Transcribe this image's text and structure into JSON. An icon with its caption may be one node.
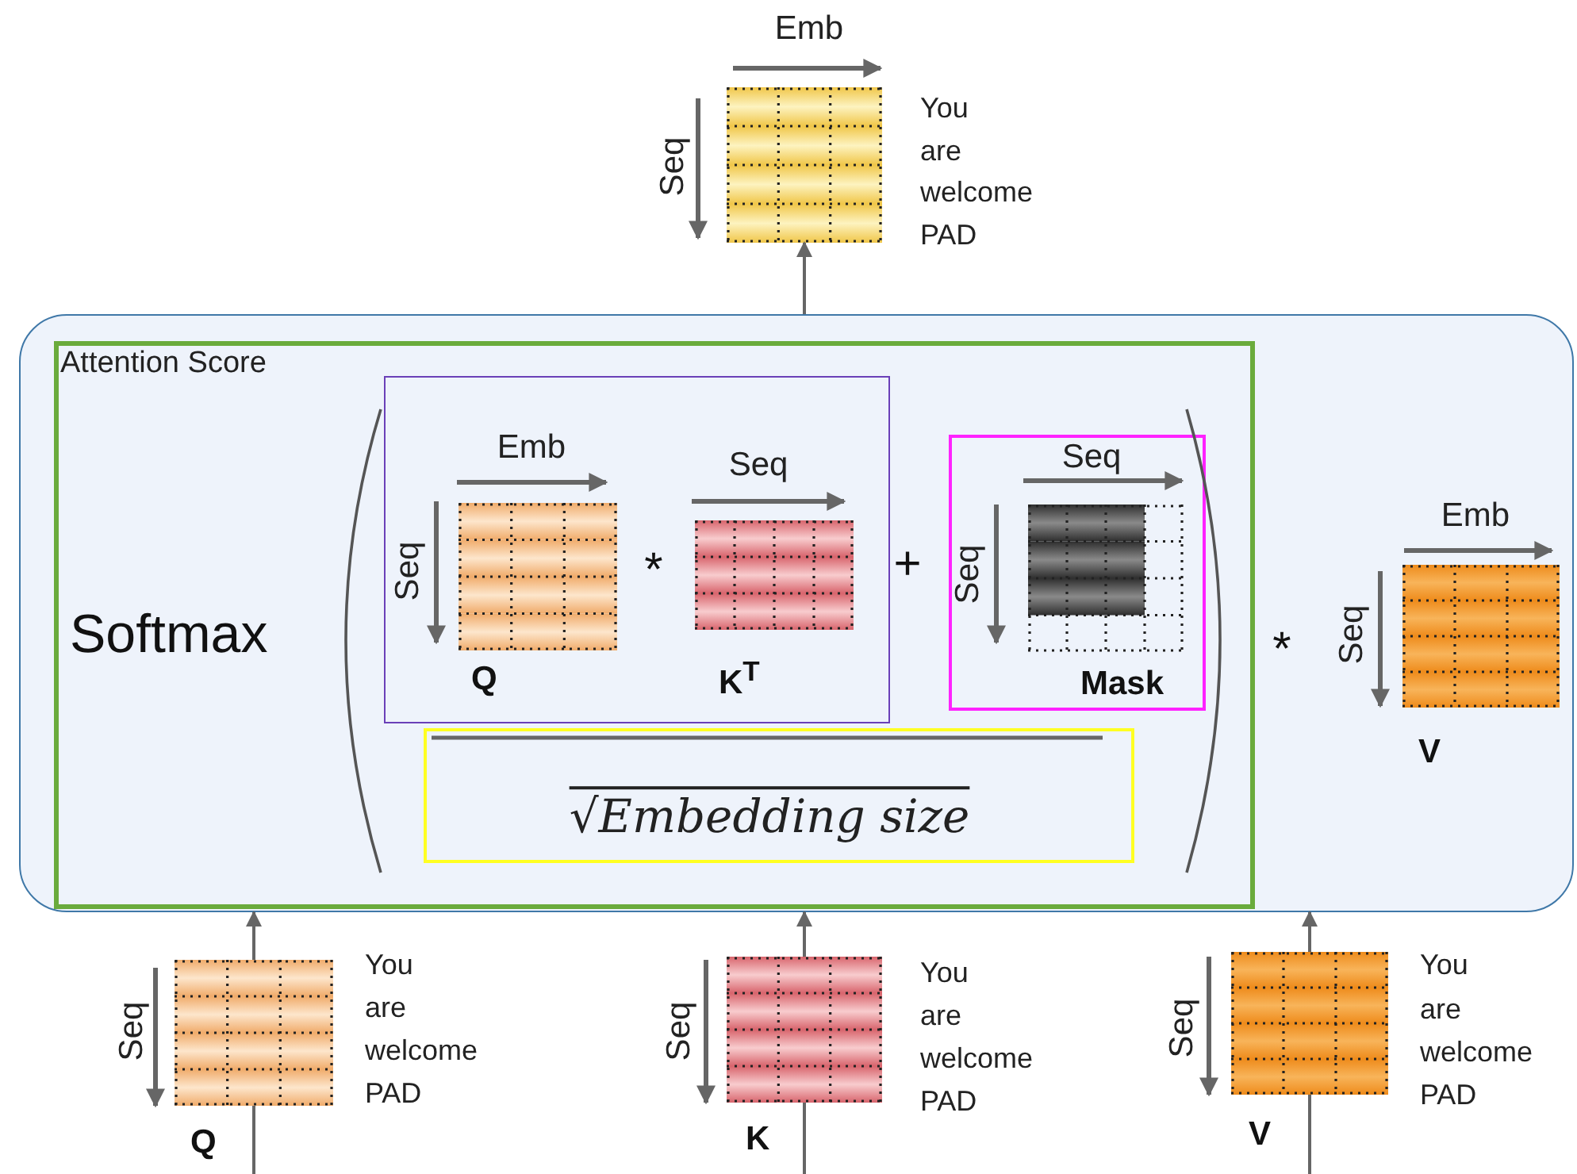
{
  "diagram": {
    "nodes": [
      {
        "text": [],
        "shape": "box",
        "beside": [
          "Emb",
          "Seq",
          "You",
          "are",
          "welcome",
          "PAD"
        ]
      },
      {
        "text": [],
        "shape": "box"
      },
      {
        "text": [
          "Attention Score"
        ],
        "in": 1
      },
      {
        "text": [],
        "shape": "box",
        "in": 2
      },
      {
        "text": [
          "Q"
        ],
        "in": 3,
        "beside": [
          "Emb",
          "Seq"
        ]
      },
      {
        "text": [
          "K$^{T}$"
        ],
        "in": 3,
        "beside": [
          "Seq"
        ]
      },
      {
        "text": [],
        "shape": "box",
        "in": 2
      },
      {
        "text": [
          "Mask"
        ],
        "in": 6,
        "beside": [
          "Seq",
          "Seq"
        ]
      },
      {
        "text": [
          "√Embedding size"
        ],
        "in": 2
      },
      {
        "text": [
          "V"
        ],
        "in": 1,
        "beside": [
          "Emb",
          "Seq"
        ]
      },
      {
        "text": [
          "Q"
        ],
        "beside": [
          "Seq",
          "You",
          "are",
          "welcome",
          "PAD"
        ]
      },
      {
        "text": [
          "K"
        ],
        "beside": [
          "Seq",
          "You",
          "are",
          "welcome",
          "PAD"
        ]
      },
      {
        "text": [
          "V"
        ],
        "beside": [
          "Seq",
          "You",
          "are",
          "welcome",
          "PAD"
        ]
      }
    ],
    "edges": [
      {
        "from": 1,
        "to": 0,
        "arrow": "to"
      },
      {
        "from": 10,
        "to": 1,
        "arrow": "to"
      },
      {
        "from": 11,
        "to": 1,
        "arrow": "to"
      },
      {
        "from": 12,
        "to": 1,
        "arrow": "to"
      },
      {
        "from": null,
        "to": 10,
        "arrow": "none"
      },
      {
        "from": null,
        "to": 11,
        "arrow": "none"
      },
      {
        "from": null,
        "to": 12,
        "arrow": "none"
      }
    ],
    "labels": [
      "Softmax",
      "*",
      "+",
      "*"
    ]
  }
}
